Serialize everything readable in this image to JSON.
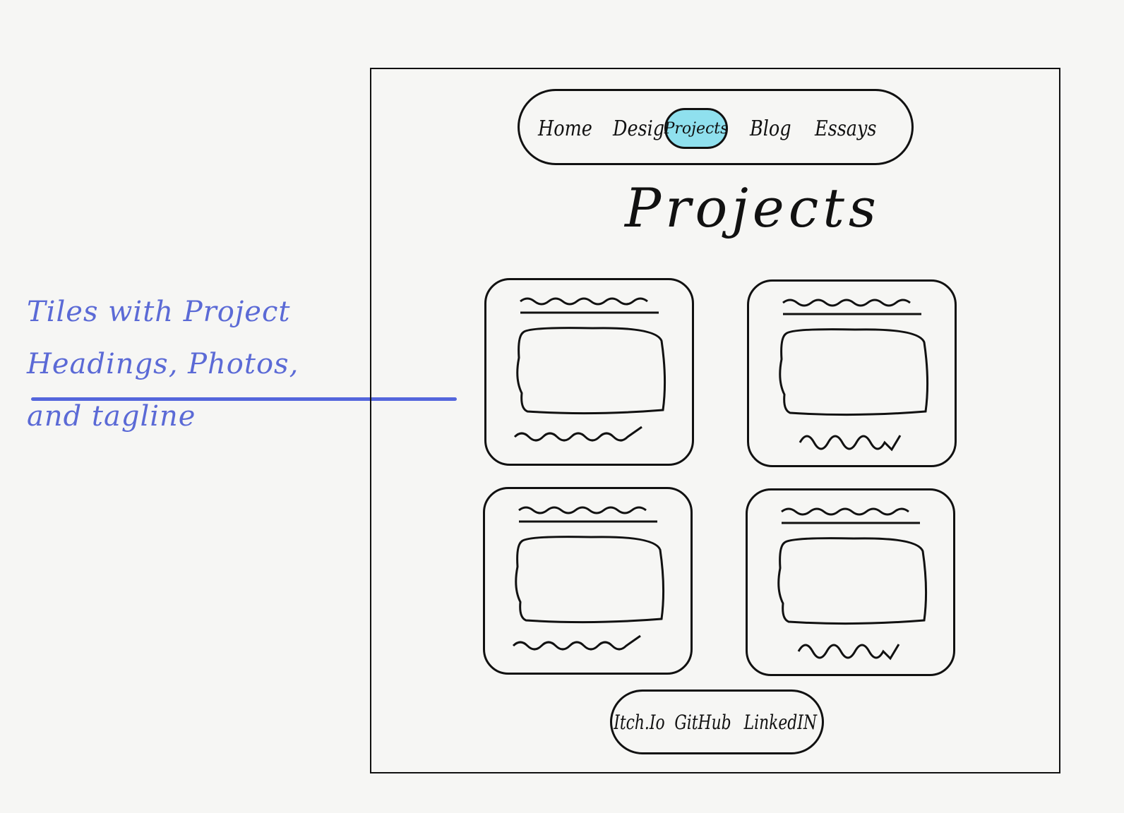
{
  "annotation": {
    "line1": "Tiles with Project",
    "line2": "Headings, Photos, and tagline"
  },
  "nav": {
    "items": [
      {
        "label": "Home"
      },
      {
        "label": "Design"
      },
      {
        "label": "Projects",
        "active": true
      },
      {
        "label": "Blog"
      },
      {
        "label": "Essays"
      }
    ]
  },
  "page": {
    "title": "Projects"
  },
  "footer": {
    "links": [
      {
        "label": "Itch.Io"
      },
      {
        "label": "GitHub"
      },
      {
        "label": "LinkedIN"
      }
    ]
  },
  "colors": {
    "annotation": "#5b6ad6",
    "active_tab": "#8fe0ee",
    "ink": "#111111"
  }
}
